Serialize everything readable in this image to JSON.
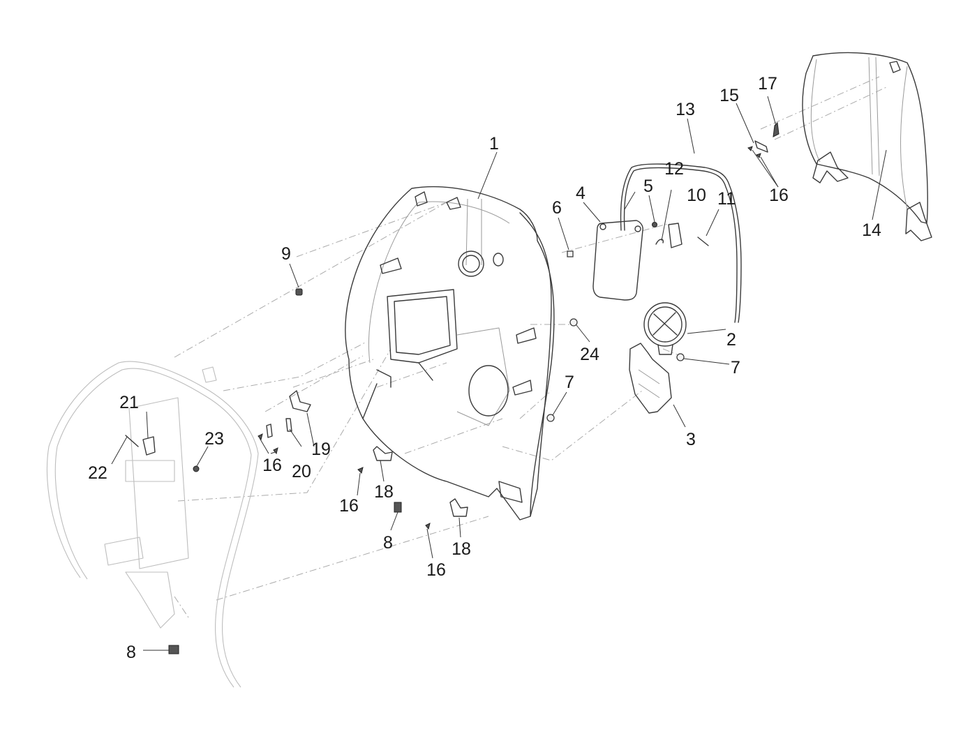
{
  "diagram": {
    "type": "exploded parts diagram",
    "callouts": [
      {
        "id": "c1",
        "label": "1"
      },
      {
        "id": "c2",
        "label": "2"
      },
      {
        "id": "c3",
        "label": "3"
      },
      {
        "id": "c4",
        "label": "4"
      },
      {
        "id": "c5",
        "label": "5"
      },
      {
        "id": "c6",
        "label": "6"
      },
      {
        "id": "c7a",
        "label": "7"
      },
      {
        "id": "c7b",
        "label": "7"
      },
      {
        "id": "c8a",
        "label": "8"
      },
      {
        "id": "c8b",
        "label": "8"
      },
      {
        "id": "c9",
        "label": "9"
      },
      {
        "id": "c10",
        "label": "10"
      },
      {
        "id": "c11",
        "label": "11"
      },
      {
        "id": "c12",
        "label": "12"
      },
      {
        "id": "c13",
        "label": "13"
      },
      {
        "id": "c14",
        "label": "14"
      },
      {
        "id": "c15",
        "label": "15"
      },
      {
        "id": "c16a",
        "label": "16"
      },
      {
        "id": "c16b",
        "label": "16"
      },
      {
        "id": "c16c",
        "label": "16"
      },
      {
        "id": "c16d",
        "label": "16"
      },
      {
        "id": "c17",
        "label": "17"
      },
      {
        "id": "c18a",
        "label": "18"
      },
      {
        "id": "c18b",
        "label": "18"
      },
      {
        "id": "c19",
        "label": "19"
      },
      {
        "id": "c20",
        "label": "20"
      },
      {
        "id": "c21",
        "label": "21"
      },
      {
        "id": "c22",
        "label": "22"
      },
      {
        "id": "c23",
        "label": "23"
      },
      {
        "id": "c24",
        "label": "24"
      }
    ]
  }
}
